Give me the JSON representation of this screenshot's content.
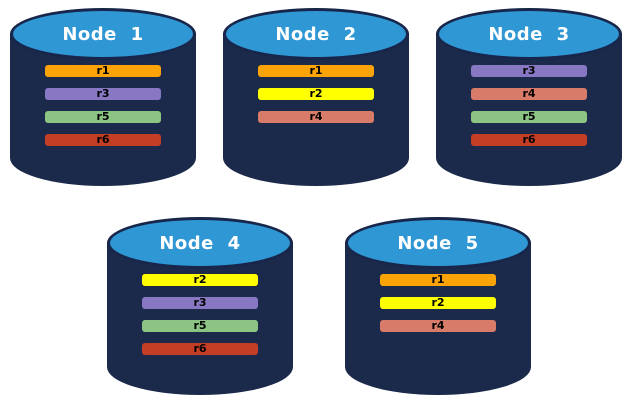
{
  "diagram": {
    "background": "#FFFFFF",
    "node_fill": "#1B2A4B",
    "node_top_fill": "#2F97D4",
    "node_outline": "#17264A",
    "title_color": "#FFFFFF",
    "bar_text_color": "#000000"
  },
  "palette": {
    "r1": "#FCA307",
    "r2": "#FFFF00",
    "r3": "#8878C4",
    "r4": "#D97B69",
    "r5": "#8CC583",
    "r6": "#C43E26"
  },
  "rows": [
    {
      "nodes": [
        {
          "label": "Node 1",
          "replicas": [
            "r1",
            "r3",
            "r5",
            "r6"
          ]
        },
        {
          "label": "Node 2",
          "replicas": [
            "r1",
            "r2",
            "r4"
          ]
        },
        {
          "label": "Node 3",
          "replicas": [
            "r3",
            "r4",
            "r5",
            "r6"
          ]
        }
      ]
    },
    {
      "nodes": [
        {
          "label": "Node 4",
          "replicas": [
            "r2",
            "r3",
            "r5",
            "r6"
          ]
        },
        {
          "label": "Node 5",
          "replicas": [
            "r1",
            "r2",
            "r4"
          ]
        }
      ]
    }
  ]
}
